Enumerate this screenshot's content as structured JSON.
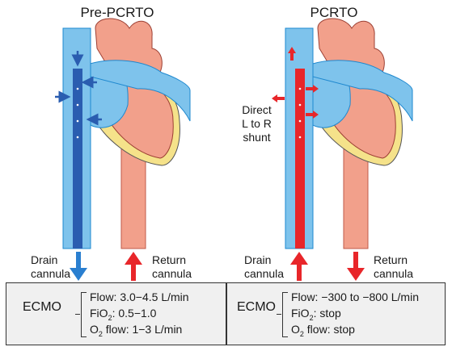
{
  "left_panel": {
    "title": "Pre-PCRTO",
    "drain_label": [
      "Drain",
      "cannula"
    ],
    "return_label": [
      "Return",
      "cannula"
    ],
    "ecmo": {
      "word": "ECMO",
      "flow": "Flow: 3.0−4.5 L/min",
      "fio2_prefix": "FiO",
      "fio2_sub": "2",
      "fio2_value": ": 0.5−1.0",
      "o2_prefix": "O",
      "o2_sub": "2",
      "o2_value": " flow: 1−3 L/min"
    }
  },
  "right_panel": {
    "title": "PCRTO",
    "shunt_label": [
      "Direct",
      "L to R",
      "shunt"
    ],
    "drain_label": [
      "Drain",
      "cannula"
    ],
    "return_label": [
      "Return",
      "cannula"
    ],
    "ecmo": {
      "word": "ECMO",
      "flow": "Flow: −300 to −800 L/min",
      "fio2_prefix": "FiO",
      "fio2_sub": "2",
      "fio2_value": ": stop",
      "o2_prefix": "O",
      "o2_sub": "2",
      "o2_value": " flow: stop"
    }
  },
  "colors": {
    "venous_light": "#7ec3ec",
    "venous_outline": "#1e88cf",
    "cannula_blue": "#2a5db0",
    "cannula_red": "#e8262a",
    "arterial": "#f2a08b",
    "pericardium": "#f5e28a",
    "arrow_blue": "#2a7fd0",
    "arrow_red": "#e8262a"
  },
  "icons": [
    "heart-diagram",
    "arrow-up-icon",
    "arrow-down-icon"
  ]
}
